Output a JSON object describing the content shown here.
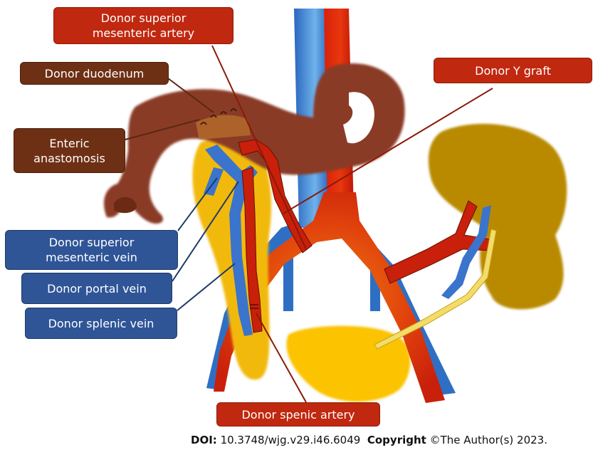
{
  "labels": {
    "sma": [
      "Donor superior",
      "mesenteric artery"
    ],
    "duodenum": "Donor duodenum",
    "y_graft": "Donor Y graft",
    "enteric": [
      "Enteric",
      "anastomosis"
    ],
    "smv": [
      "Donor superior",
      "mesenteric vein"
    ],
    "portal": "Donor portal vein",
    "splenic_vein": "Donor splenic vein",
    "splenic_artery": "Donor spenic artery"
  },
  "footer": {
    "doi_label": "DOI:",
    "doi_value": " 10.3748/wjg.v29.i46.6049",
    "copyright_label": "Copyright",
    "copyright_value": " ©The Author(s) 2023."
  },
  "colors": {
    "label_red": "#c0280f",
    "label_brown": "#6e3014",
    "label_blue": "#2f5597",
    "artery": "#c8200a",
    "vein": "#2e6fc4",
    "duodenum": "#8a3a26",
    "pancreas": "#f2b90c",
    "kidney": "#b98a00"
  }
}
